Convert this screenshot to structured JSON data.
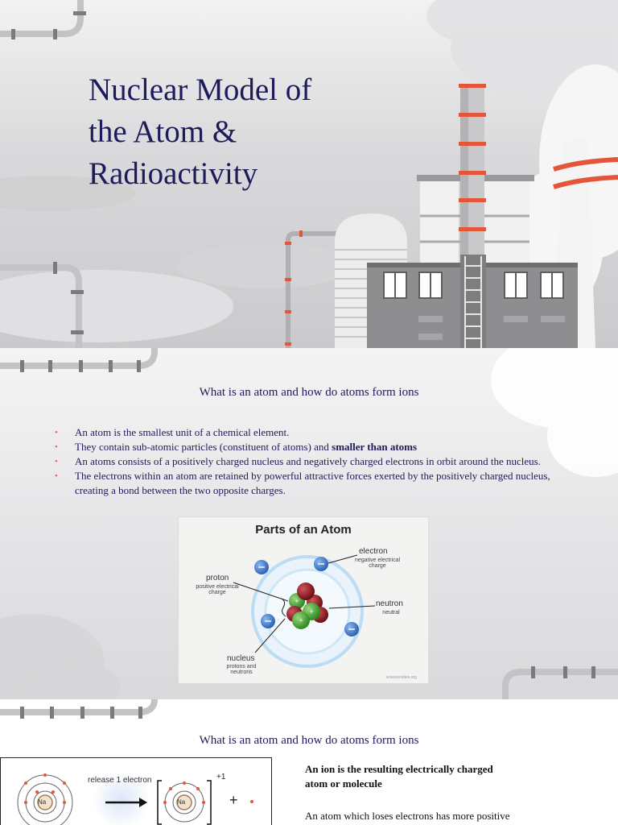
{
  "slide1": {
    "title_lines": [
      "Nuclear Model of",
      "the Atom &",
      "Radioactivity"
    ]
  },
  "slide2": {
    "heading": "What is an atom and how do atoms form ions",
    "bullets": [
      {
        "text": "An atom is the smallest unit of a chemical element.",
        "bold": ""
      },
      {
        "text": "They contain sub-atomic particles (constituent of atoms) and ",
        "bold": "smaller than atoms"
      },
      {
        "text": " An atoms consists of a positively charged nucleus and negatively charged electrons in orbit around the nucleus.",
        "bold": ""
      },
      {
        "text": "The electrons within an atom are retained by powerful attractive forces exerted by the positively charged nucleus, creating a bond between the two opposite charges.",
        "bold": ""
      }
    ],
    "figure": {
      "title": "Parts of an Atom",
      "electron_label": "electron",
      "electron_desc": "negative electrical charge",
      "proton_label": "proton",
      "proton_desc": "positive electrical charge",
      "neutron_label": "neutron",
      "neutron_desc": "neutral",
      "nucleus_label": "nucleus",
      "nucleus_desc": "protons and neutrons",
      "credit": "sciencenotes.org"
    }
  },
  "slide3": {
    "heading": "What is an atom and how do atoms form ions",
    "ion_figure": {
      "release_label": "release 1 electron",
      "element": "Na",
      "charge": "+1",
      "plus": "+"
    },
    "bold_text": "An ion is the resulting electrically charged atom or molecule",
    "body_text": "An atom which loses electrons has more positive"
  },
  "colors": {
    "title": "#1d1b5a",
    "bullet": "#e05b7c",
    "pipe": "#bfbfc1",
    "stack_red": "#e4563a",
    "electron_blue": "#3f7ed3",
    "proton_green": "#4caa3c",
    "neutron_red": "#8e1b22"
  }
}
